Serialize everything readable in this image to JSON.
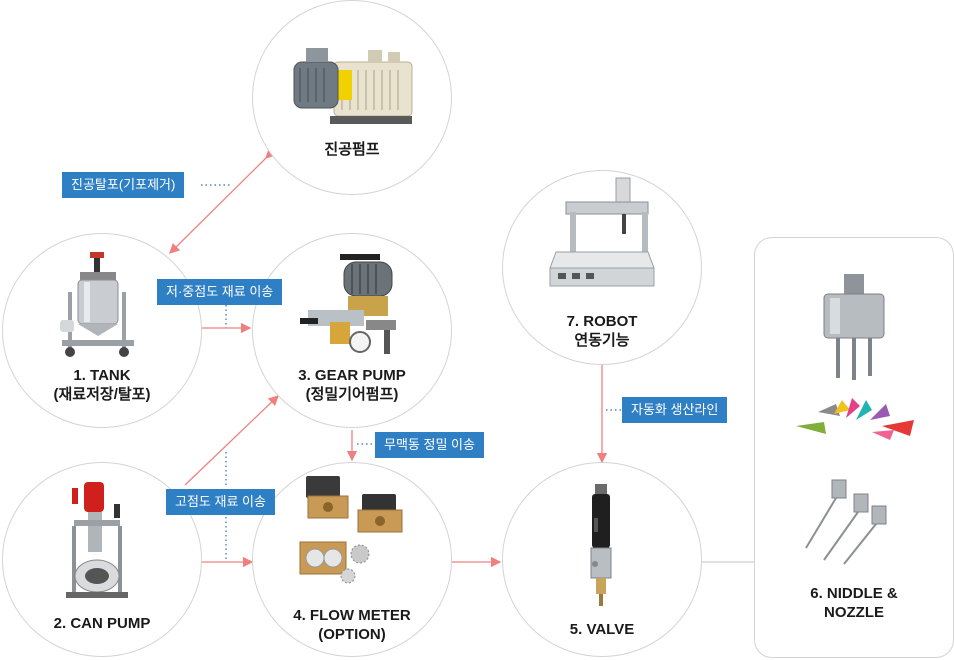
{
  "nodes": {
    "vacuum_pump": {
      "label": "진공펌프"
    },
    "tank": {
      "line1": "1. TANK",
      "line2": "(재료저장/탈포)"
    },
    "can_pump": {
      "label": "2. CAN PUMP"
    },
    "gear_pump": {
      "line1": "3. GEAR PUMP",
      "line2": "(정밀기어펌프)"
    },
    "flow_meter": {
      "line1": "4. FLOW METER",
      "line2": "(OPTION)"
    },
    "valve": {
      "label": "5. VALVE"
    },
    "nozzle": {
      "line1": "6. NIDDLE &",
      "line2": "NOZZLE"
    },
    "robot": {
      "line1": "7. ROBOT",
      "line2": "연동기능"
    }
  },
  "tags": {
    "vacuum": "진공탈포(기포제거)",
    "low_mid": "저·중점도 재료 이송",
    "pulseless": "무맥동 정밀 이송",
    "high": "고점도 재료 이송",
    "automation": "자동화 생산라인"
  },
  "colors": {
    "arrow": "#f08080",
    "tag": "#2f7fc4",
    "dots": "#2f6fb0"
  }
}
